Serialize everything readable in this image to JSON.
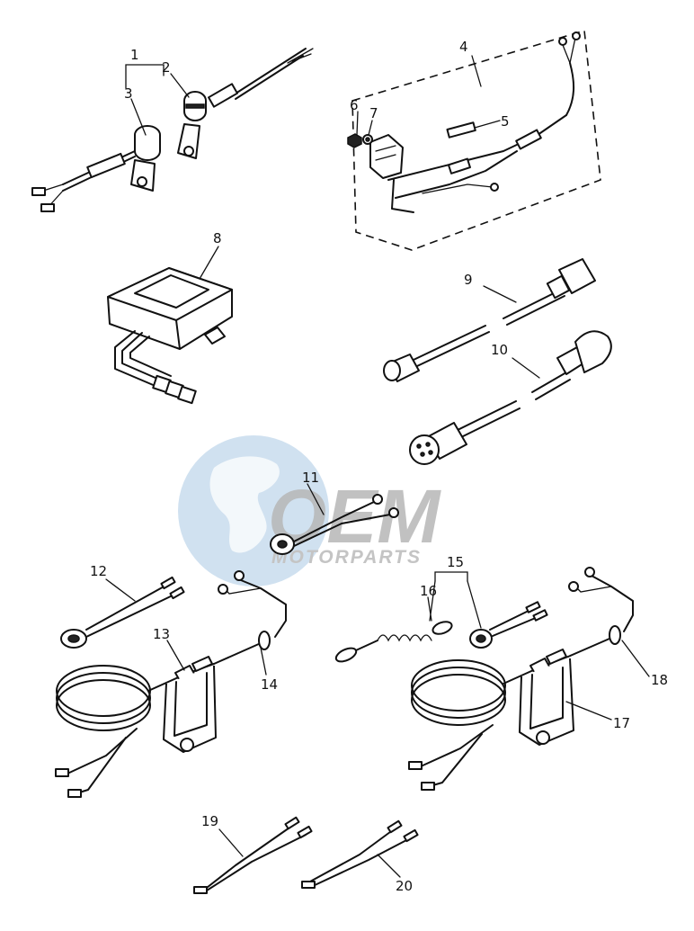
{
  "watermark": {
    "brand": "OEM",
    "subtitle": "MOTORPARTS",
    "colors": {
      "globe": "#a9c8e4",
      "brand": "#b7b7b7",
      "subtitle": "#c4c4c4"
    }
  },
  "callouts": [
    {
      "id": "label-1",
      "text": "1"
    },
    {
      "id": "label-2",
      "text": "2"
    },
    {
      "id": "label-3",
      "text": "3"
    },
    {
      "id": "label-4",
      "text": "4"
    },
    {
      "id": "label-5",
      "text": "5"
    },
    {
      "id": "label-6",
      "text": "6"
    },
    {
      "id": "label-7",
      "text": "7"
    },
    {
      "id": "label-8",
      "text": "8"
    },
    {
      "id": "label-9",
      "text": "9"
    },
    {
      "id": "label-10",
      "text": "10"
    },
    {
      "id": "label-11",
      "text": "11"
    },
    {
      "id": "label-12",
      "text": "12"
    },
    {
      "id": "label-13",
      "text": "13"
    },
    {
      "id": "label-14",
      "text": "14"
    },
    {
      "id": "label-15",
      "text": "15"
    },
    {
      "id": "label-16",
      "text": "16"
    },
    {
      "id": "label-17",
      "text": "17"
    },
    {
      "id": "label-18",
      "text": "18"
    },
    {
      "id": "label-19",
      "text": "19"
    },
    {
      "id": "label-20",
      "text": "20"
    }
  ]
}
